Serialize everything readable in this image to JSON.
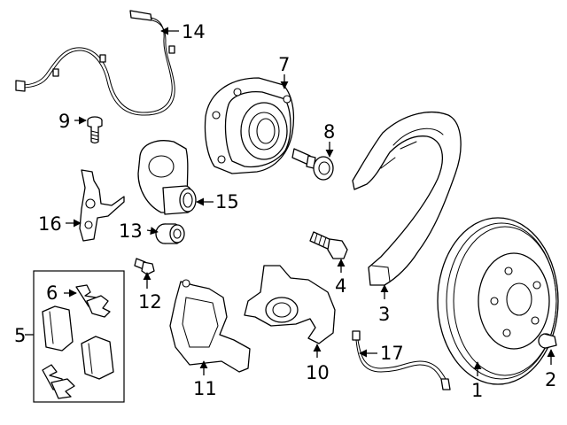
{
  "colors": {
    "line": "#000000",
    "background": "#ffffff"
  },
  "callouts": [
    {
      "id": "1",
      "label": "1"
    },
    {
      "id": "2",
      "label": "2"
    },
    {
      "id": "3",
      "label": "3"
    },
    {
      "id": "4",
      "label": "4"
    },
    {
      "id": "5",
      "label": "5"
    },
    {
      "id": "6",
      "label": "6"
    },
    {
      "id": "7",
      "label": "7"
    },
    {
      "id": "8",
      "label": "8"
    },
    {
      "id": "9",
      "label": "9"
    },
    {
      "id": "10",
      "label": "10"
    },
    {
      "id": "11",
      "label": "11"
    },
    {
      "id": "12",
      "label": "12"
    },
    {
      "id": "13",
      "label": "13"
    },
    {
      "id": "14",
      "label": "14"
    },
    {
      "id": "15",
      "label": "15"
    },
    {
      "id": "16",
      "label": "16"
    },
    {
      "id": "17",
      "label": "17"
    }
  ]
}
